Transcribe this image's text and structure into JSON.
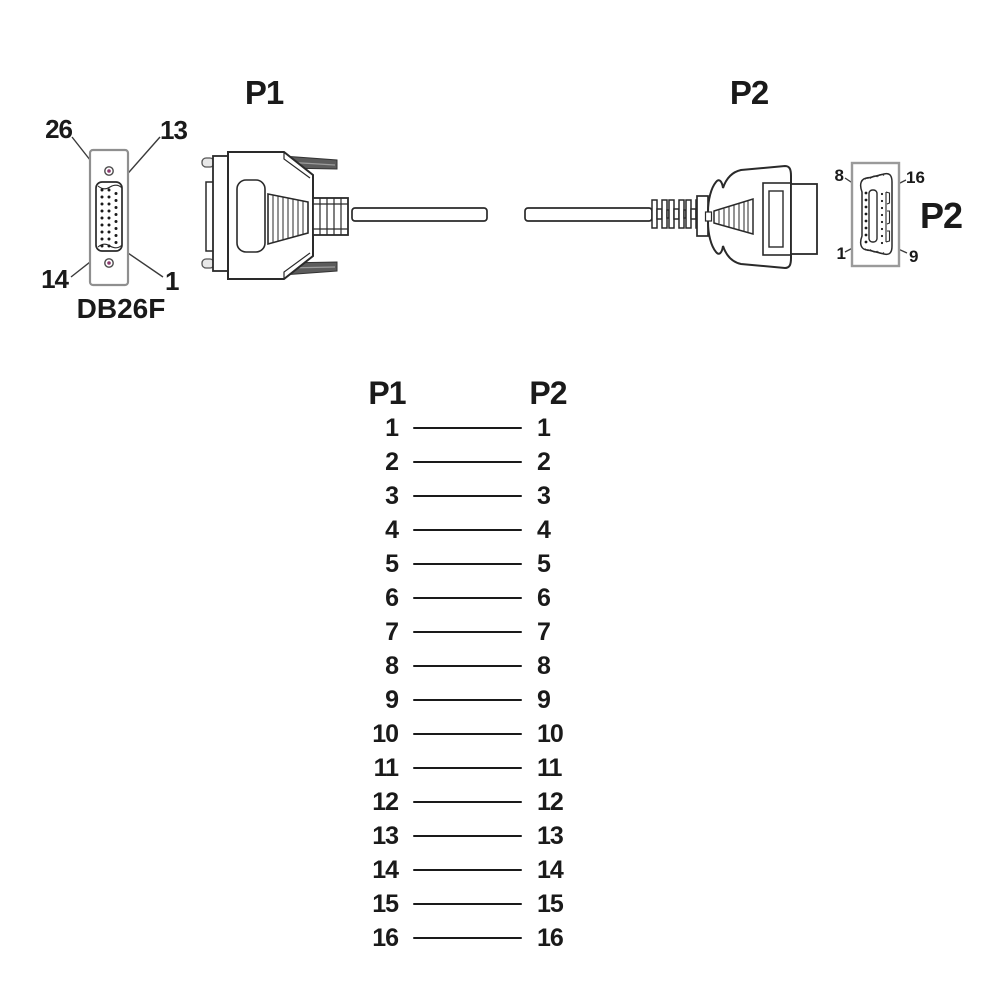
{
  "titles": {
    "p1": "P1",
    "p2": "P2"
  },
  "db26f": {
    "label": "DB26F",
    "pin_top_left": "26",
    "pin_top_right": "13",
    "pin_bottom_left": "14",
    "pin_bottom_right": "1"
  },
  "p2_face": {
    "label": "P2",
    "pin_top_left": "8",
    "pin_top_right": "16",
    "pin_bottom_left": "1",
    "pin_bottom_right": "9"
  },
  "pinout": {
    "left_header": "P1",
    "right_header": "P2",
    "rows": [
      {
        "left": "1",
        "right": "1"
      },
      {
        "left": "2",
        "right": "2"
      },
      {
        "left": "3",
        "right": "3"
      },
      {
        "left": "4",
        "right": "4"
      },
      {
        "left": "5",
        "right": "5"
      },
      {
        "left": "6",
        "right": "6"
      },
      {
        "left": "7",
        "right": "7"
      },
      {
        "left": "8",
        "right": "8"
      },
      {
        "left": "9",
        "right": "9"
      },
      {
        "left": "10",
        "right": "10"
      },
      {
        "left": "11",
        "right": "11"
      },
      {
        "left": "12",
        "right": "12"
      },
      {
        "left": "13",
        "right": "13"
      },
      {
        "left": "14",
        "right": "14"
      },
      {
        "left": "15",
        "right": "15"
      },
      {
        "left": "16",
        "right": "16"
      }
    ]
  },
  "colors": {
    "line": "#2a2a2a",
    "face_outline": "#9a9a9a",
    "thumbscrew": "#5c5c5c",
    "screw_hole_dot": "#8b3a6e",
    "wire": "#1a1a1a",
    "text": "#1a1a1a",
    "background": "#ffffff"
  }
}
